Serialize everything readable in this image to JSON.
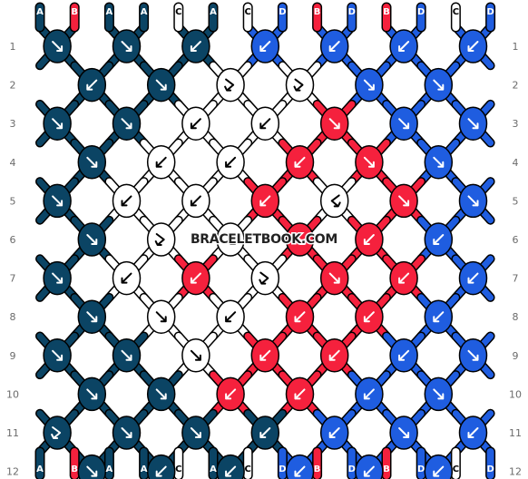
{
  "pattern": {
    "colors": {
      "A": "#0b4464",
      "B": "#f5213d",
      "C": "#ffffff",
      "D": "#1f5de0"
    },
    "strands_top": [
      "A",
      "B",
      "A",
      "A",
      "C",
      "A",
      "C",
      "D",
      "B",
      "D",
      "B",
      "D",
      "C",
      "D"
    ],
    "strands_bottom": [
      "A",
      "B",
      "A",
      "A",
      "C",
      "A",
      "C",
      "D",
      "B",
      "D",
      "B",
      "D",
      "C",
      "D"
    ],
    "row_labels": [
      "1",
      "2",
      "3",
      "4",
      "5",
      "6",
      "7",
      "8",
      "9",
      "10",
      "11",
      "12"
    ],
    "rows": [
      [
        {
          "color": "A",
          "dir": "r"
        },
        {
          "color": "A",
          "dir": "r"
        },
        {
          "color": "A",
          "dir": "l"
        },
        {
          "color": "D",
          "dir": "l"
        },
        {
          "color": "D",
          "dir": "l"
        },
        {
          "color": "D",
          "dir": "l"
        },
        {
          "color": "D",
          "dir": "l"
        }
      ],
      [
        {
          "color": "A",
          "dir": "l"
        },
        {
          "color": "A",
          "dir": "r"
        },
        {
          "color": "C",
          "dir": "rl"
        },
        {
          "color": "C",
          "dir": "rl"
        },
        {
          "color": "D",
          "dir": "r"
        },
        {
          "color": "D",
          "dir": "r"
        }
      ],
      [
        {
          "color": "A",
          "dir": "r"
        },
        {
          "color": "A",
          "dir": "r"
        },
        {
          "color": "C",
          "dir": "l"
        },
        {
          "color": "C",
          "dir": "l"
        },
        {
          "color": "B",
          "dir": "r"
        },
        {
          "color": "D",
          "dir": "r"
        },
        {
          "color": "D",
          "dir": "r"
        }
      ],
      [
        {
          "color": "A",
          "dir": "r"
        },
        {
          "color": "C",
          "dir": "l"
        },
        {
          "color": "C",
          "dir": "l"
        },
        {
          "color": "B",
          "dir": "l"
        },
        {
          "color": "B",
          "dir": "r"
        },
        {
          "color": "D",
          "dir": "r"
        }
      ],
      [
        {
          "color": "A",
          "dir": "r"
        },
        {
          "color": "C",
          "dir": "l"
        },
        {
          "color": "C",
          "dir": "l"
        },
        {
          "color": "B",
          "dir": "l"
        },
        {
          "color": "C",
          "dir": "lr"
        },
        {
          "color": "B",
          "dir": "r"
        },
        {
          "color": "D",
          "dir": "r"
        }
      ],
      [
        {
          "color": "A",
          "dir": "r"
        },
        {
          "color": "C",
          "dir": "rl"
        },
        {
          "color": "C",
          "dir": "r"
        },
        {
          "color": "B",
          "dir": "r"
        },
        {
          "color": "B",
          "dir": "l"
        },
        {
          "color": "D",
          "dir": "l"
        }
      ],
      [
        {
          "color": "A",
          "dir": "r"
        },
        {
          "color": "C",
          "dir": "l"
        },
        {
          "color": "B",
          "dir": "l"
        },
        {
          "color": "C",
          "dir": "rl"
        },
        {
          "color": "B",
          "dir": "r"
        },
        {
          "color": "B",
          "dir": "l"
        },
        {
          "color": "D",
          "dir": "l"
        }
      ],
      [
        {
          "color": "A",
          "dir": "r"
        },
        {
          "color": "C",
          "dir": "r"
        },
        {
          "color": "C",
          "dir": "l"
        },
        {
          "color": "B",
          "dir": "l"
        },
        {
          "color": "B",
          "dir": "l"
        },
        {
          "color": "D",
          "dir": "l"
        }
      ],
      [
        {
          "color": "A",
          "dir": "r"
        },
        {
          "color": "A",
          "dir": "r"
        },
        {
          "color": "C",
          "dir": "r"
        },
        {
          "color": "B",
          "dir": "l"
        },
        {
          "color": "B",
          "dir": "l"
        },
        {
          "color": "D",
          "dir": "l"
        },
        {
          "color": "D",
          "dir": "r"
        }
      ],
      [
        {
          "color": "A",
          "dir": "r"
        },
        {
          "color": "A",
          "dir": "r"
        },
        {
          "color": "B",
          "dir": "l"
        },
        {
          "color": "B",
          "dir": "l"
        },
        {
          "color": "D",
          "dir": "l"
        },
        {
          "color": "D",
          "dir": "r"
        }
      ],
      [
        {
          "color": "A",
          "dir": "rl"
        },
        {
          "color": "A",
          "dir": "r"
        },
        {
          "color": "A",
          "dir": "r"
        },
        {
          "color": "A",
          "dir": "l"
        },
        {
          "color": "D",
          "dir": "l"
        },
        {
          "color": "D",
          "dir": "r"
        },
        {
          "color": "D",
          "dir": "l"
        }
      ],
      [
        {
          "color": "A",
          "dir": "r"
        },
        {
          "color": "A",
          "dir": "l"
        },
        {
          "color": "A",
          "dir": "l"
        },
        {
          "color": "D",
          "dir": "l"
        },
        {
          "color": "D",
          "dir": "l"
        },
        {
          "color": "D",
          "dir": "l"
        }
      ]
    ],
    "watermark": "BRACELETBOOK.COM"
  }
}
